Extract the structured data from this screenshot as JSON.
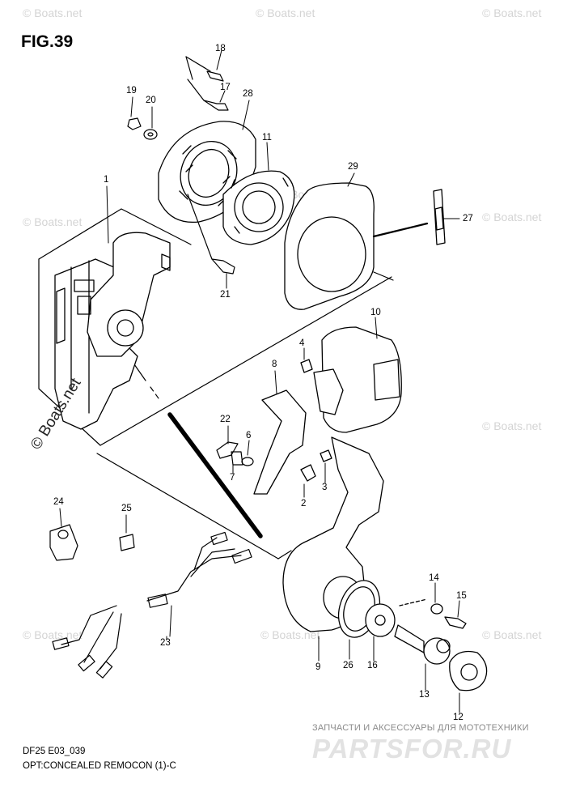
{
  "figure": {
    "title": "FIG.39"
  },
  "footer": {
    "model_line": "DF25 E03_039",
    "caption": "OPT:CONCEALED REMOCON (1)-C"
  },
  "watermarks": {
    "boats_net": "© Boats.net",
    "partsfor_tagline": "ЗАПЧАСТИ И АКСЕССУАРЫ ДЛЯ МОТОТЕХНИКИ",
    "partsfor_logo": "PARTSFOR.RU"
  },
  "callouts": {
    "c1": "1",
    "c2": "2",
    "c3": "3",
    "c4": "4",
    "c6": "6",
    "c7": "7",
    "c8": "8",
    "c9": "9",
    "c10": "10",
    "c11": "11",
    "c12": "12",
    "c13": "13",
    "c14": "14",
    "c15": "15",
    "c16": "16",
    "c17": "17",
    "c18": "18",
    "c19": "19",
    "c20": "20",
    "c21": "21",
    "c22": "22",
    "c23": "23",
    "c24": "24",
    "c25": "25",
    "c26": "26",
    "c27": "27",
    "c28": "28",
    "c29": "29"
  },
  "colors": {
    "line": "#000000",
    "watermark": "#d4d4d4",
    "logo": "#e2e2e2"
  }
}
